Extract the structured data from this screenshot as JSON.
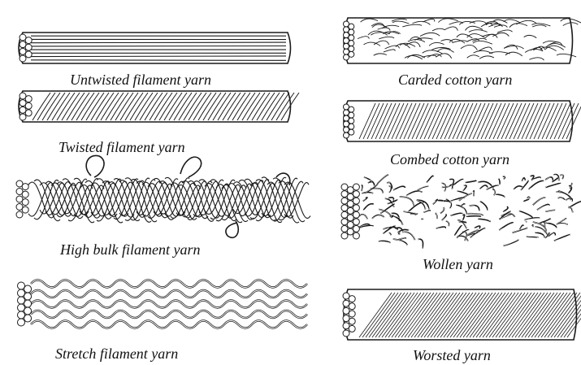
{
  "diagram": {
    "ink_color": "#1a1a1a",
    "paper_color": "#ffffff",
    "left_column": [
      {
        "id": "untwisted",
        "caption": "Untwisted filament yarn",
        "style": "parallel-strands"
      },
      {
        "id": "twisted",
        "caption": "Twisted filament yarn",
        "style": "twisted-strands"
      },
      {
        "id": "high-bulk",
        "caption": "High bulk filament yarn",
        "style": "looped-bulk"
      },
      {
        "id": "stretch",
        "caption": "Stretch filament yarn",
        "style": "crimped-waves"
      }
    ],
    "right_column": [
      {
        "id": "carded",
        "caption": "Carded cotton yarn",
        "style": "hairy-staple"
      },
      {
        "id": "combed",
        "caption": "Combed cotton yarn",
        "style": "smooth-staple"
      },
      {
        "id": "woolen",
        "caption": "Wollen yarn",
        "style": "fuzzy-woolen"
      },
      {
        "id": "worsted",
        "caption": "Worsted yarn",
        "style": "parallel-worsted"
      }
    ]
  }
}
